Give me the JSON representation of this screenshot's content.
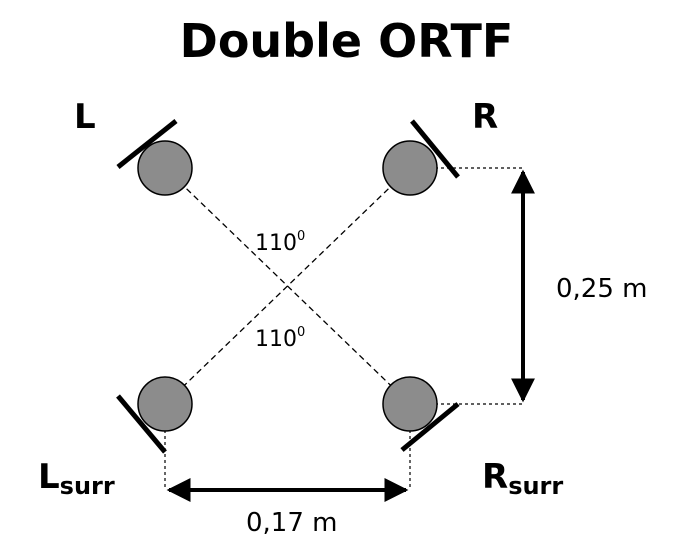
{
  "title": "Double ORTF",
  "mics": {
    "front_left": "L",
    "front_right": "R",
    "rear_left": "L",
    "rear_left_sub": "surr",
    "rear_right": "R",
    "rear_right_sub": "surr"
  },
  "angles": {
    "top": {
      "value": "110",
      "unit": "0"
    },
    "bottom": {
      "value": "110",
      "unit": "0"
    }
  },
  "dimensions": {
    "depth": "0,25 m",
    "width": "0,17 m"
  },
  "colors": {
    "mic_fill": "#8c8c8c",
    "stroke": "#000000"
  }
}
